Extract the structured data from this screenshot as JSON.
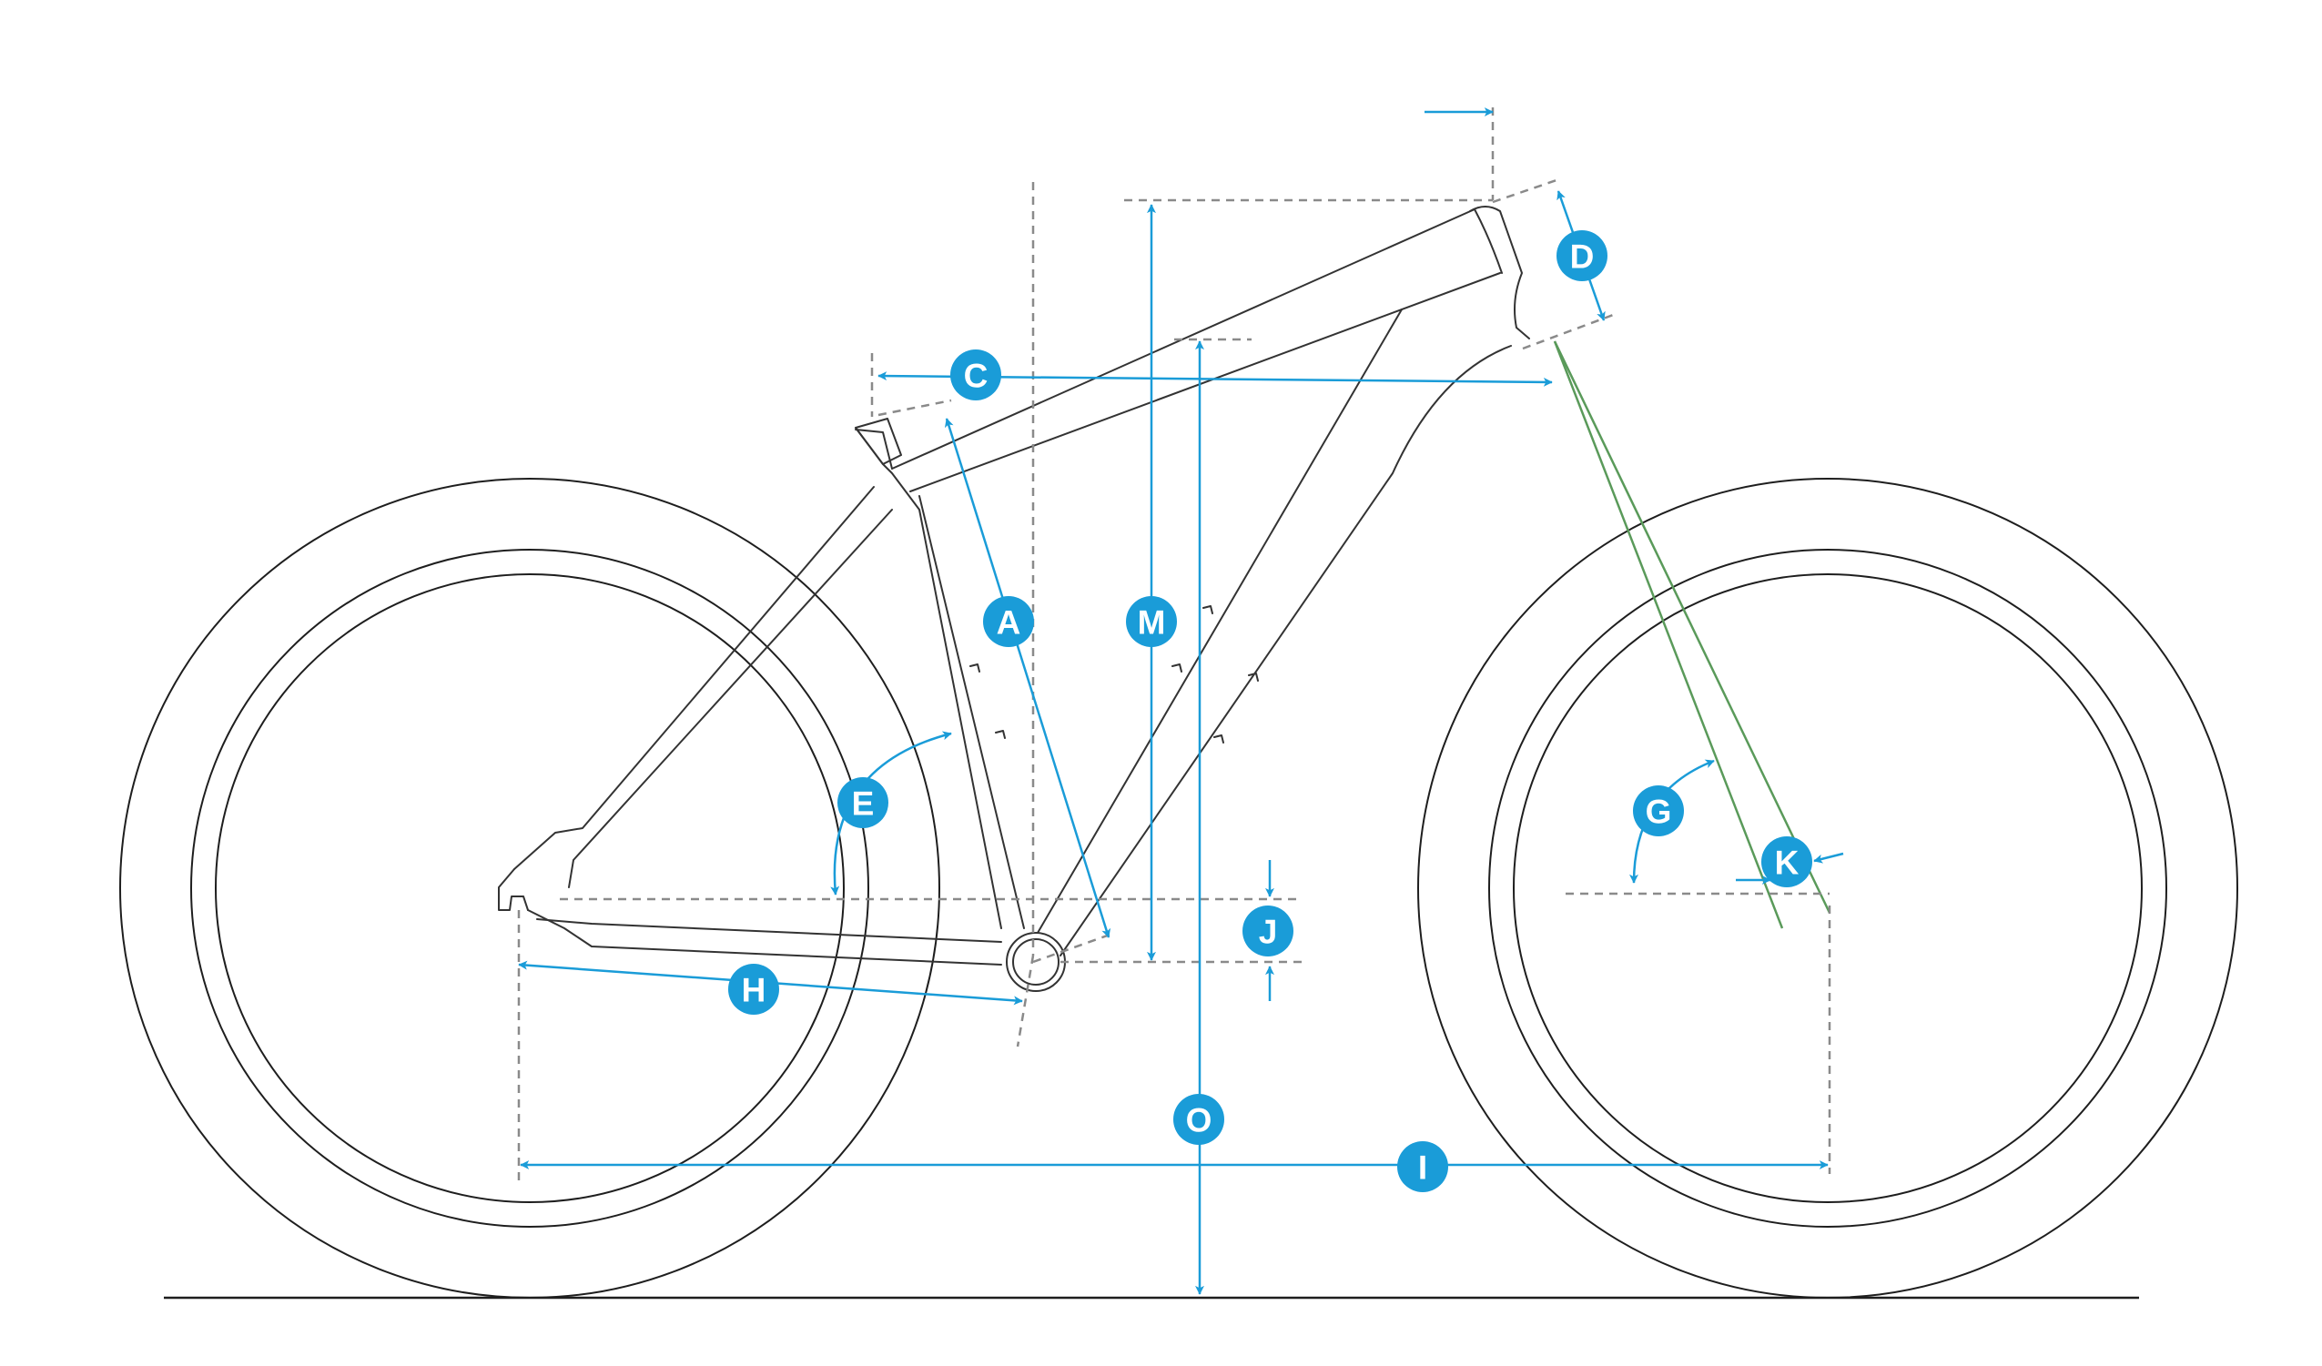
{
  "diagram": {
    "accent_color": "#1a9cd8",
    "frame_color": "#333333",
    "axis_color": "#5a9a5a",
    "labels": {
      "A": "A",
      "C": "C",
      "D": "D",
      "E": "E",
      "G": "G",
      "H": "H",
      "I": "I",
      "J": "J",
      "K": "K",
      "M": "M",
      "O": "O"
    }
  }
}
